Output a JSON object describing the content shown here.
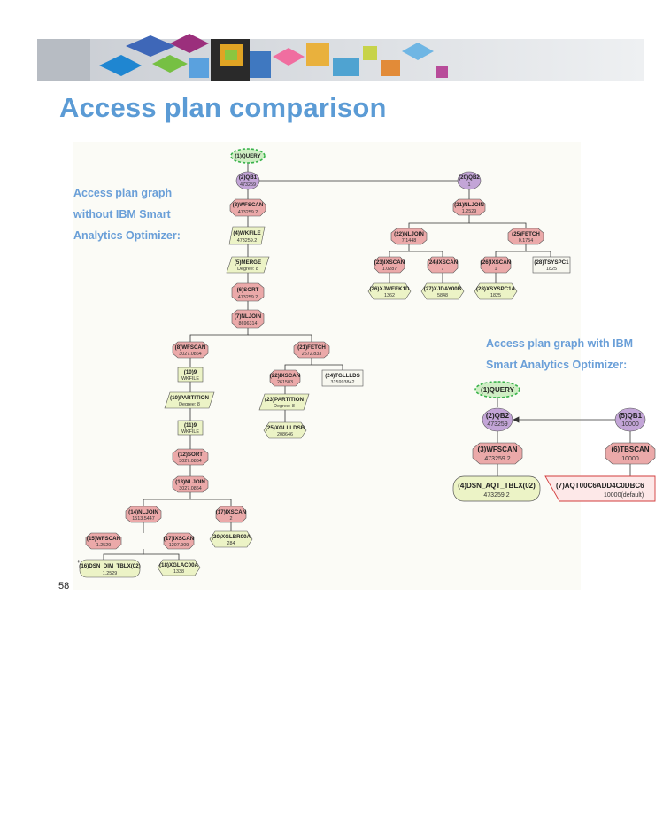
{
  "title": "Access plan comparison",
  "left_caption": [
    "Access plan graph",
    "without IBM Smart",
    "Analytics Optimizer:"
  ],
  "right_caption": [
    "Access plan graph with IBM",
    "Smart Analytics Optimizer:"
  ],
  "page_number": "58",
  "colors": {
    "title": "#5b9bd5",
    "caption": "#6a9fd8",
    "op_node": "#eba9a9",
    "qb_node": "#c3a5d7",
    "table_node": "#ecf3c6",
    "query_node": "#cfeec4"
  },
  "left_plan": {
    "nodes": [
      {
        "id": "query",
        "shape": "query",
        "label": "(1)QUERY",
        "value": ""
      },
      {
        "id": "qb1",
        "shape": "qb",
        "label": "(2)QB1",
        "value": "473259"
      },
      {
        "id": "qb2",
        "shape": "qb",
        "label": "(20)QB2",
        "value": "1"
      },
      {
        "id": "wfscan1",
        "shape": "op",
        "label": "(3)WFSCAN",
        "value": "473259.2"
      },
      {
        "id": "nljoin_r",
        "shape": "op",
        "label": "(21)NLJOIN",
        "value": "1.2529"
      },
      {
        "id": "wkfile1",
        "shape": "sort",
        "label": "(4)WKFILE",
        "value": "473259.2"
      },
      {
        "id": "nljoin_r2",
        "shape": "op",
        "label": "(22)NLJOIN",
        "value": "7.1448"
      },
      {
        "id": "fetch_r",
        "shape": "op",
        "label": "(25)FETCH",
        "value": "0.1754"
      },
      {
        "id": "merge",
        "shape": "sort",
        "label": "(5)MERGE",
        "value": "Degree: 8"
      },
      {
        "id": "ixscan_a",
        "shape": "op",
        "label": "(23)IXSCAN",
        "value": "1.0287"
      },
      {
        "id": "ixscan_b",
        "shape": "op",
        "label": "(24)IXSCAN",
        "value": "7"
      },
      {
        "id": "ixscan_c",
        "shape": "op",
        "label": "(26)IXSCAN",
        "value": "1"
      },
      {
        "id": "tsyspc1",
        "shape": "table",
        "label": "(28)TSYSPC1",
        "value": "1825"
      },
      {
        "id": "sort1",
        "shape": "op",
        "label": "(6)SORT",
        "value": "473259.2"
      },
      {
        "id": "xjweek",
        "shape": "index",
        "label": "(26)XJWEEK1D",
        "value": "1362"
      },
      {
        "id": "xjday",
        "shape": "index",
        "label": "(27)XJDAY00B",
        "value": "5848"
      },
      {
        "id": "xksyspc",
        "shape": "index",
        "label": "(28)XSYSPC1A",
        "value": "1825"
      },
      {
        "id": "nljoin1",
        "shape": "op",
        "label": "(7)NLJOIN",
        "value": "8696314"
      },
      {
        "id": "wfscan2",
        "shape": "op",
        "label": "(8)WFSCAN",
        "value": "3027.0864"
      },
      {
        "id": "fetch1",
        "shape": "op",
        "label": "(21)FETCH",
        "value": "2672.833"
      },
      {
        "id": "wkfile2",
        "shape": "sort",
        "label": "(10)9",
        "value": "WKFILE"
      },
      {
        "id": "ixscan_d",
        "shape": "op",
        "label": "(22)IXSCAN",
        "value": "261503"
      },
      {
        "id": "tglllds",
        "shape": "table",
        "label": "(24)TGLLLDS",
        "value": "315993842"
      },
      {
        "id": "partition1",
        "shape": "sort",
        "label": "(10)PARTITION",
        "value": "Degree: 8"
      },
      {
        "id": "partition2",
        "shape": "sort",
        "label": "(23)PARTITION",
        "value": "Degree: 8"
      },
      {
        "id": "wkfile3",
        "shape": "sort",
        "label": "(11)9",
        "value": "WKFILE"
      },
      {
        "id": "xglllosb",
        "shape": "index",
        "label": "(25)XGLLLDSB",
        "value": "208646"
      },
      {
        "id": "sort2",
        "shape": "op",
        "label": "(12)SORT",
        "value": "3027.0864"
      },
      {
        "id": "nljoin2",
        "shape": "op",
        "label": "(13)NLJOIN",
        "value": "3027.0864"
      },
      {
        "id": "nljoin3",
        "shape": "op",
        "label": "(14)NLJOIN",
        "value": "1513.5447"
      },
      {
        "id": "ixscan_e",
        "shape": "op",
        "label": "(17)IXSCAN",
        "value": "2"
      },
      {
        "id": "wfscan3",
        "shape": "op",
        "label": "(15)WFSCAN",
        "value": "1.2529"
      },
      {
        "id": "ixscan_f",
        "shape": "op",
        "label": "(17)IXSCAN",
        "value": "1207.909"
      },
      {
        "id": "xglbr00a",
        "shape": "index",
        "label": "(20)XGLBR00A",
        "value": "284"
      },
      {
        "id": "dsn_dim",
        "shape": "table",
        "label": "(16)DSN_DIM_TBLX(02)",
        "value": "1.2529"
      },
      {
        "id": "xglac00a",
        "shape": "index",
        "label": "(18)XGLAC00A",
        "value": "1338"
      }
    ]
  },
  "right_plan": {
    "nodes": [
      {
        "id": "query",
        "shape": "query",
        "label": "(1)QUERY",
        "value": ""
      },
      {
        "id": "qb2",
        "shape": "qb",
        "label": "(2)QB2",
        "value": "473259"
      },
      {
        "id": "qb1",
        "shape": "qb",
        "label": "(5)QB1",
        "value": "10000"
      },
      {
        "id": "wfscan",
        "shape": "op",
        "label": "(3)WFSCAN",
        "value": "473259.2"
      },
      {
        "id": "tbscan",
        "shape": "op",
        "label": "(6)TBSCAN",
        "value": "10000"
      },
      {
        "id": "dsn_aqt",
        "shape": "table",
        "label": "(4)DSN_AQT_TBLX(02)",
        "value": "473259.2"
      },
      {
        "id": "aqt",
        "shape": "accel",
        "label": "(7)AQT00C6ADD4C0DBC6",
        "value": "10000(default)"
      }
    ]
  }
}
